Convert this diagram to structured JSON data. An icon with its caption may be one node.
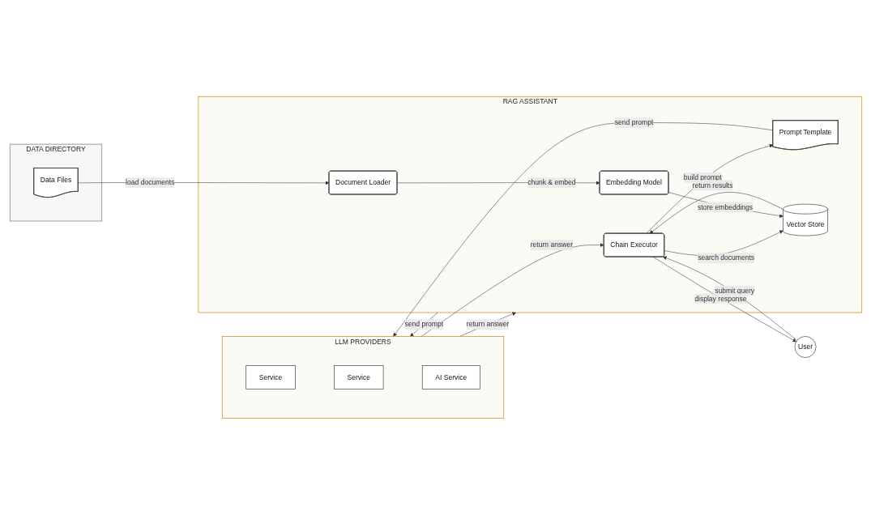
{
  "diagram": {
    "nodes": [
      {
        "text": [
          "LLM PROVIDERS"
        ]
      },
      {
        "text": [
          "Service"
        ],
        "in": 0
      },
      {
        "text": [
          "Service"
        ],
        "in": 0
      },
      {
        "text": [
          "AI Service"
        ],
        "in": 0
      },
      {
        "text": [
          "RAG ASSISTANT"
        ]
      },
      {
        "text": [
          "Prompt Template"
        ],
        "in": 4
      },
      {
        "text": [
          "Chain Executor"
        ],
        "in": 4
      },
      {
        "text": [
          "Vector Store"
        ],
        "in": 4
      },
      {
        "text": [
          "Document Loader"
        ],
        "in": 4
      },
      {
        "text": [
          "Embedding Model"
        ],
        "in": 4
      },
      {
        "text": [
          "User"
        ]
      },
      {
        "text": [
          "DATA DIRECTORY"
        ]
      },
      {
        "text": [
          "Data Files"
        ],
        "in": 11
      }
    ],
    "edges": [
      {
        "from": 5,
        "to": 0,
        "arrow": "to",
        "label": "send prompt"
      },
      {
        "from": 0,
        "to": 4,
        "arrow": "to",
        "label": "return answer"
      },
      {
        "from": 4,
        "to": 0,
        "arrow": "to",
        "label": "send prompt"
      },
      {
        "from": 0,
        "to": 6,
        "arrow": "to",
        "label": "return answer"
      },
      {
        "from": 10,
        "to": 6,
        "arrow": "to",
        "label": "submit query"
      },
      {
        "from": 6,
        "to": 10,
        "arrow": "to",
        "label": "display response"
      },
      {
        "from": 6,
        "to": 5,
        "arrow": "to",
        "label": "build prompt"
      },
      {
        "from": 6,
        "to": 7,
        "arrow": "to",
        "label": "search documents"
      },
      {
        "from": 7,
        "to": 6,
        "arrow": "to",
        "label": "return results"
      },
      {
        "from": 8,
        "to": 9,
        "arrow": "to",
        "label": "chunk & embed"
      },
      {
        "from": 9,
        "to": 7,
        "arrow": "to",
        "label": "store embeddings"
      },
      {
        "from": 12,
        "to": 8,
        "arrow": "to",
        "label": "load documents"
      }
    ]
  }
}
